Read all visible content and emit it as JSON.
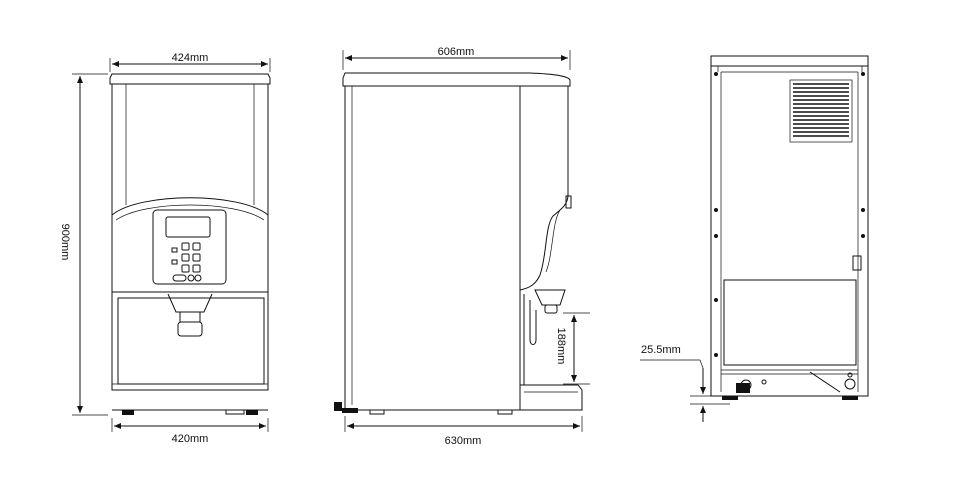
{
  "dimensions": {
    "front_top_width": "424mm",
    "front_bottom_width": "420mm",
    "height": "900mm",
    "side_top_depth": "606mm",
    "side_bottom_depth": "630mm",
    "cup_clearance": "188mm",
    "foot_height": "25.5mm"
  }
}
